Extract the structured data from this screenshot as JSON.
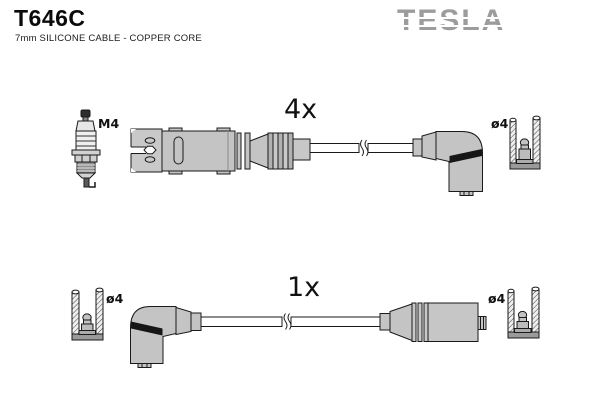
{
  "header": {
    "part_number": "T646C",
    "subtitle": "7mm SILICONE CABLE - COPPER CORE",
    "brand": "TESLA"
  },
  "diagram": {
    "top_row": {
      "quantity_label": "4x",
      "spark_plug_thread_label": "M4",
      "terminal_diameter_label": "ø4"
    },
    "bottom_row": {
      "quantity_label": "1x",
      "terminal_diameter_label_left": "ø4",
      "terminal_diameter_label_right": "ø4"
    }
  },
  "colors": {
    "background": "#ffffff",
    "line": "#1a1a1a",
    "connector_gray": "#c6c6c6",
    "dark_band": "#161616",
    "brand_gray": "#9c9c9c"
  }
}
